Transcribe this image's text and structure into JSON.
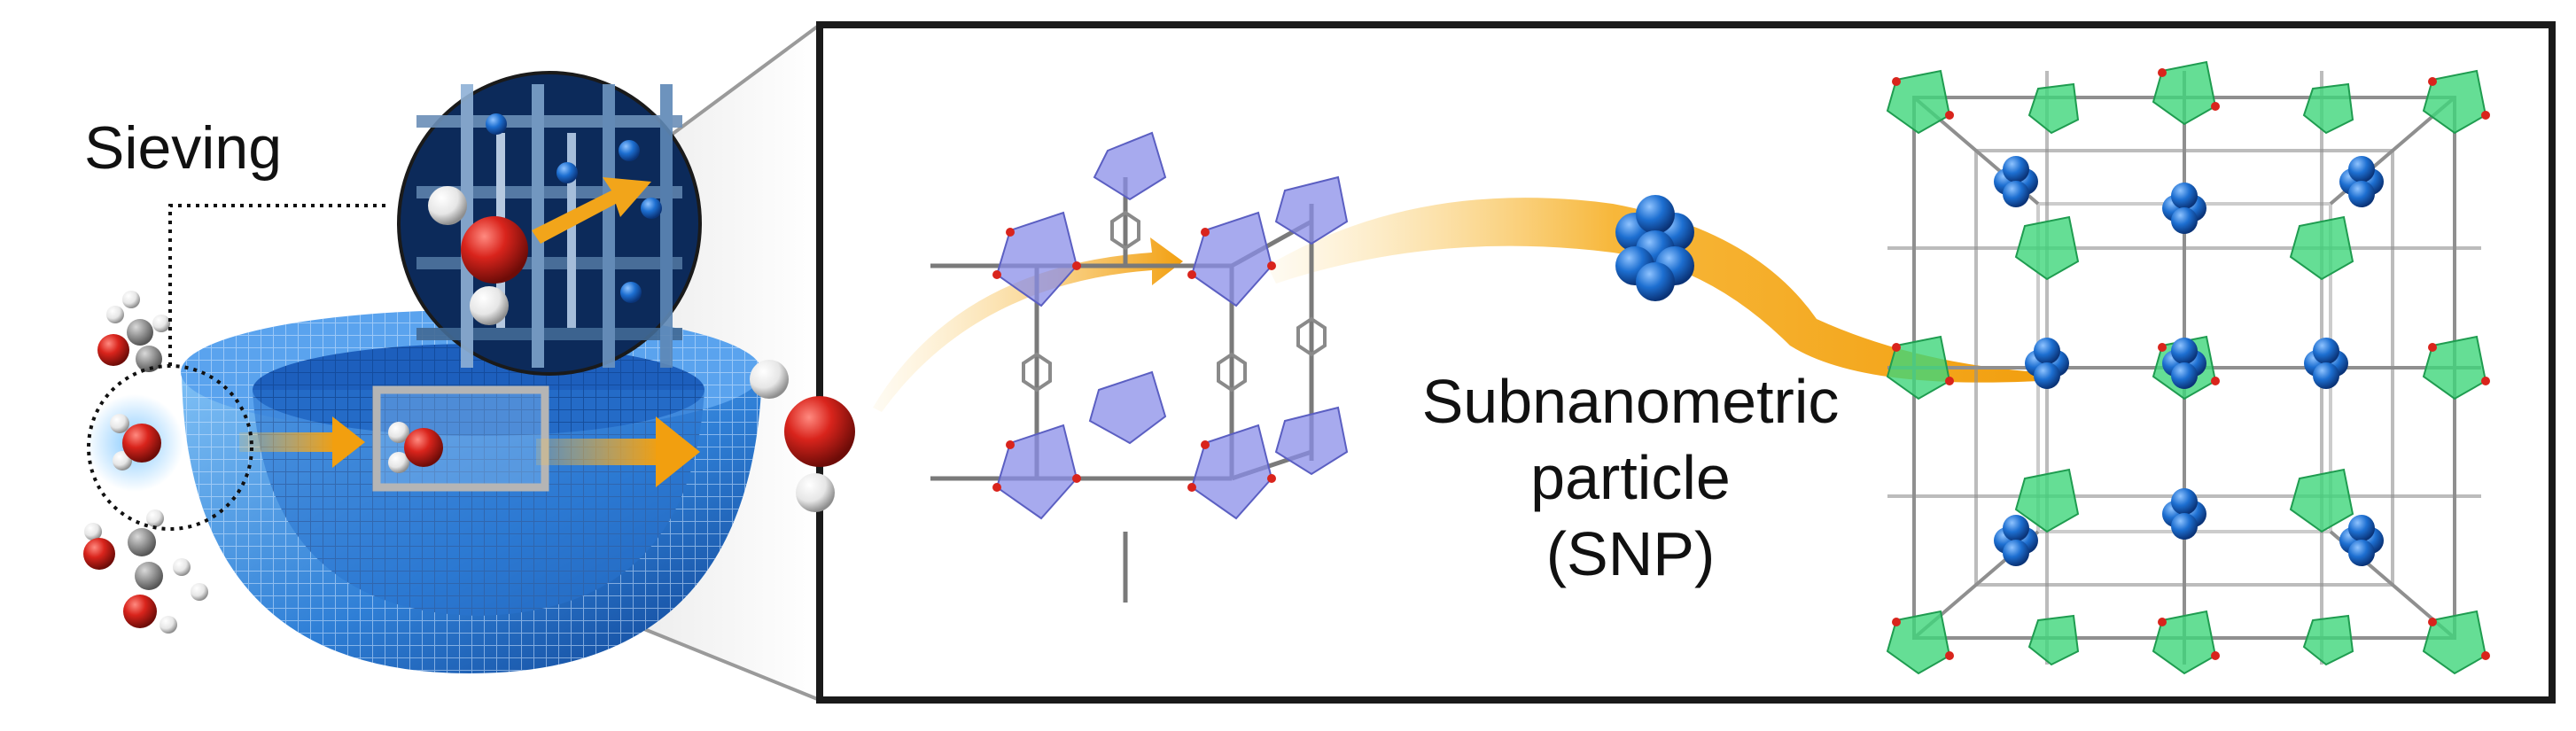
{
  "labels": {
    "sieving": "Sieving",
    "snp_line1": "Subnanometric",
    "snp_line2": "particle",
    "snp_line3": "(SNP)"
  },
  "colors": {
    "frame_border": "#1a1a1a",
    "sphere_blue": "#2f7fd6",
    "arrow_orange": "#f2a51a",
    "oxygen_red": "#d9241c",
    "hydrogen_white": "#f2f2f2",
    "cluster_blue": "#1d6fd1",
    "polyhedra_purple": "#8a8ee8",
    "polyhedra_green": "#3fd67a",
    "linker_gray": "#8a8a8a"
  },
  "icons": {
    "water_molecule": "water-molecule-icon",
    "snp_cluster": "snp-cluster-icon",
    "hemisphere": "porous-hemisphere-icon"
  }
}
